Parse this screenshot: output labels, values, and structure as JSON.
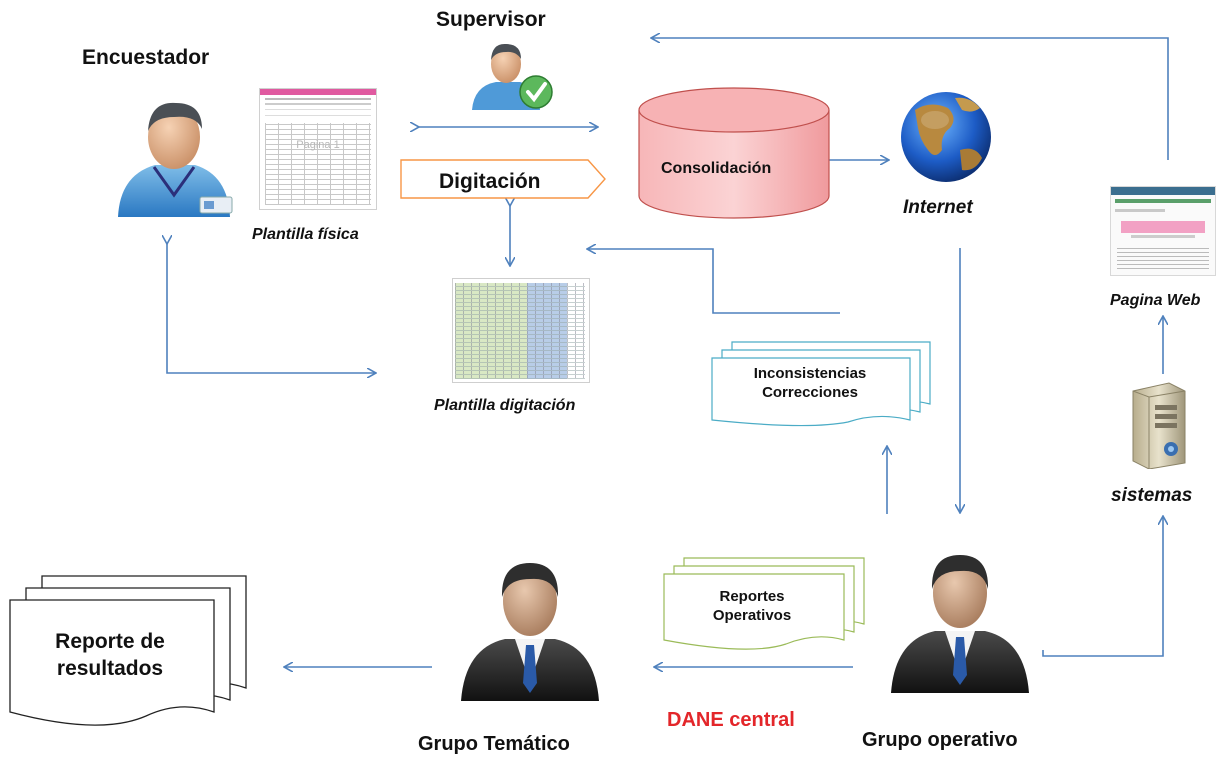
{
  "actors": {
    "encuestador": "Encuestador",
    "supervisor": "Supervisor",
    "grupo_tematico": "Grupo Temático",
    "grupo_operativo": "Grupo operativo",
    "dane_central": "DANE central"
  },
  "process": {
    "digitacion": "Digitación",
    "consolidacion": "Consolidación"
  },
  "artifacts": {
    "plantilla_fisica": "Plantilla física",
    "plantilla_fisica_watermark": "Pagina 1",
    "plantilla_digitacion": "Plantilla digitación",
    "internet": "Internet",
    "pagina_web": "Pagina Web",
    "sistemas": "sistemas"
  },
  "documents": {
    "inconsistencias_line1": "Inconsistencias",
    "inconsistencias_line2": "Correcciones",
    "reportes_line1": "Reportes",
    "reportes_line2": "Operativos",
    "reporte_line1": "Reporte de",
    "reporte_line2": "resultados"
  },
  "colors": {
    "arrow": "#4f81bd",
    "dane_central": "#e3262a",
    "consolidacion_fill": "#f4a6a8",
    "digitacion_border": "#f79646",
    "reportes_border": "#9bbb59",
    "inconsistencias_border": "#4bacc6"
  }
}
